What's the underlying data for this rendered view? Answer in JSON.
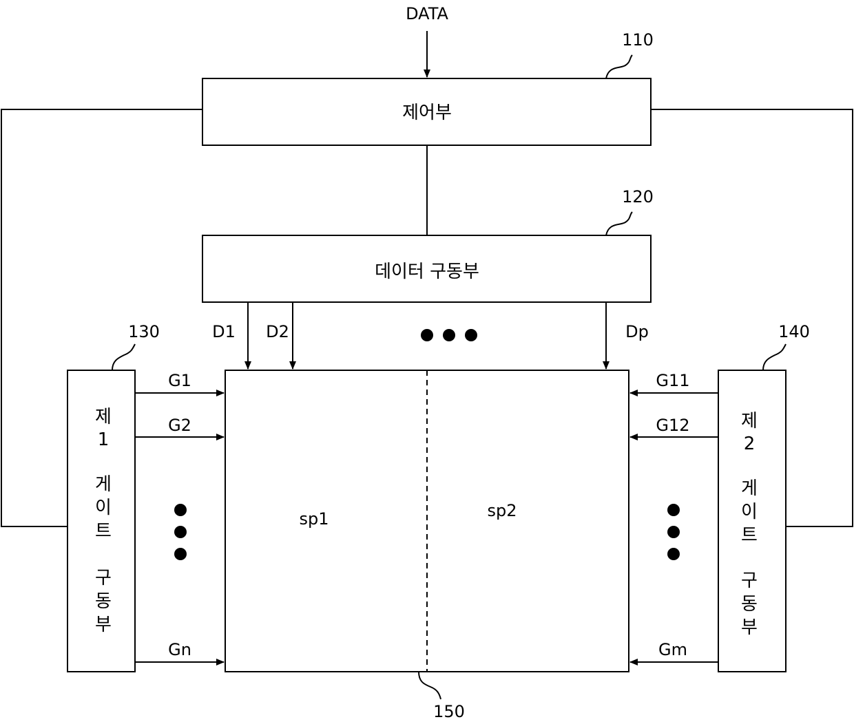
{
  "diagram": {
    "input_label": "DATA",
    "controller": {
      "ref": "110",
      "label": "제어부"
    },
    "data_driver": {
      "ref": "120",
      "label": "데이터 구동부"
    },
    "gate_driver_1": {
      "ref": "130",
      "label_chars": [
        "제",
        "1",
        "게",
        "이",
        "트",
        "구",
        "동",
        "부"
      ]
    },
    "gate_driver_2": {
      "ref": "140",
      "label_chars": [
        "제",
        "2",
        "게",
        "이",
        "트",
        "구",
        "동",
        "부"
      ]
    },
    "panel": {
      "ref": "150",
      "sub_left": "sp1",
      "sub_right": "sp2"
    },
    "data_lines": [
      "D1",
      "D2",
      "Dp"
    ],
    "gate_lines_left": [
      "G1",
      "G2",
      "Gn"
    ],
    "gate_lines_right": [
      "G11",
      "G12",
      "Gm"
    ]
  }
}
